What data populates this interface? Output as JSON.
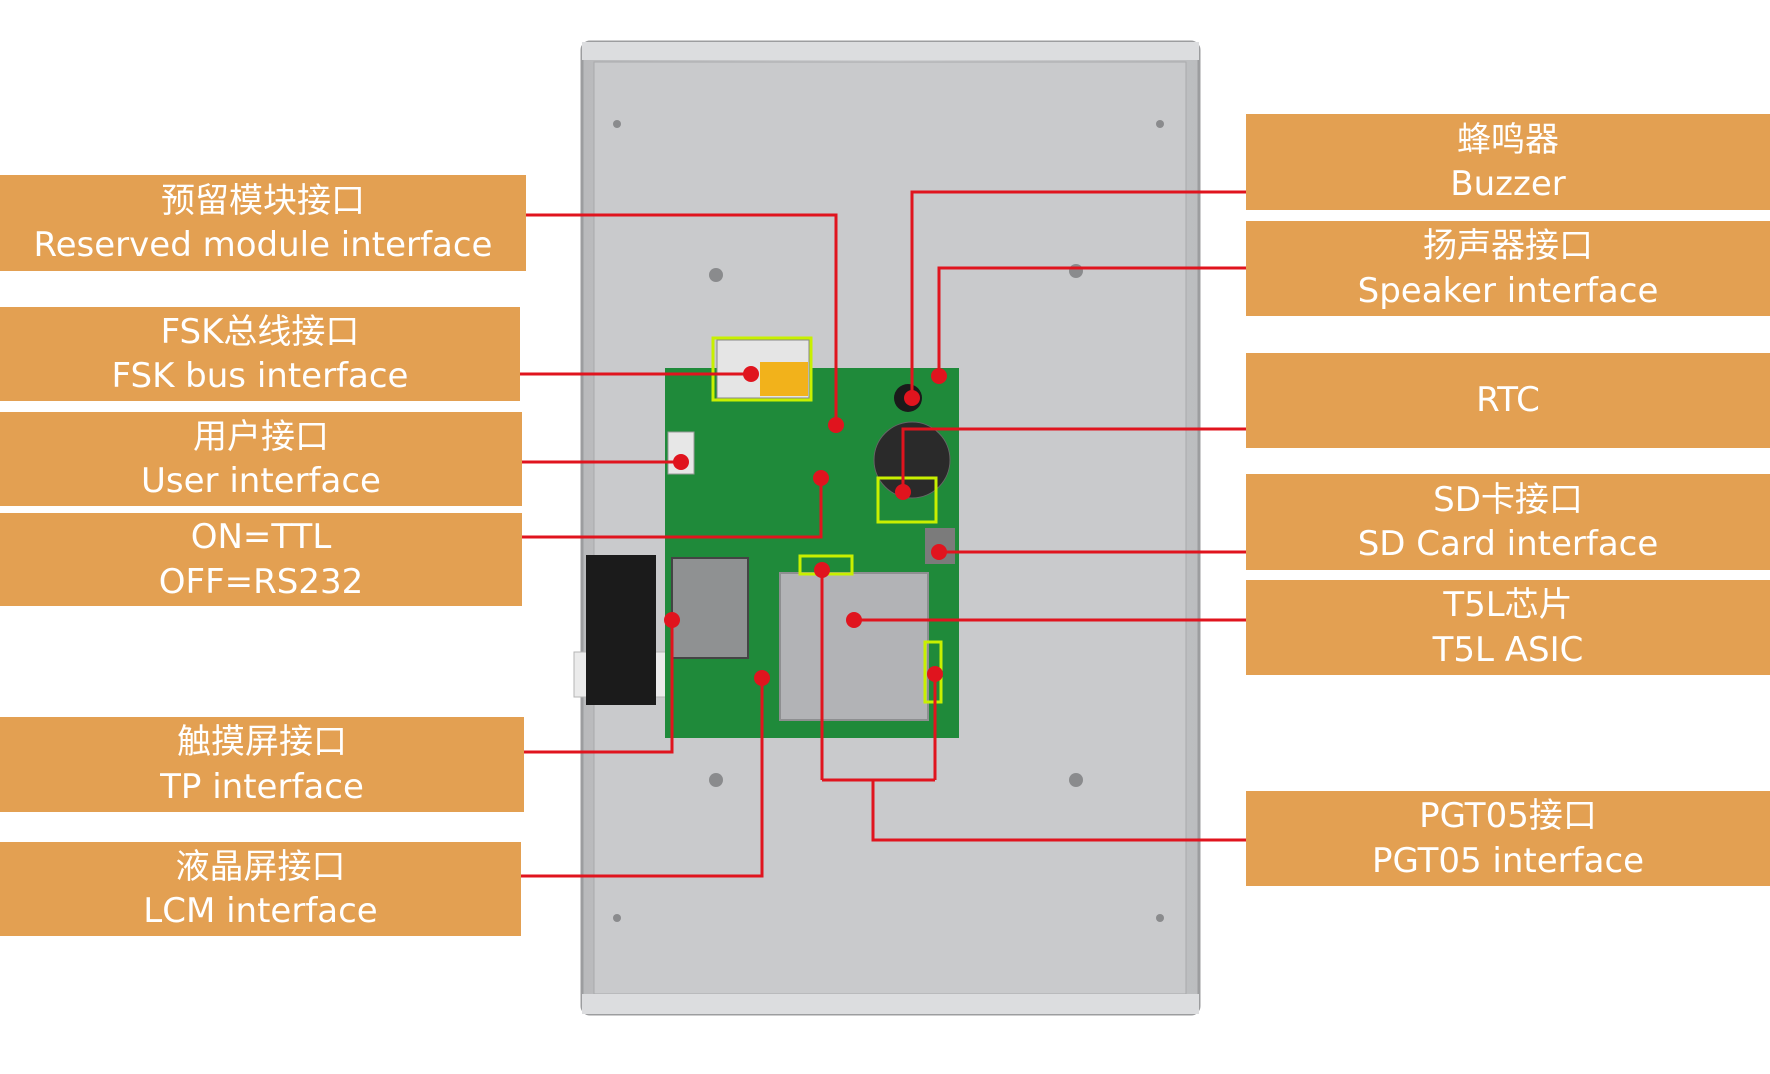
{
  "colors": {
    "label_bg": "#e3a052",
    "label_text": "#ffffff",
    "leader_line": "#e0141e",
    "housing": "#c7c8ca",
    "pcb": "#1f8a3a",
    "highlight": "#c8f000"
  },
  "left_labels": [
    {
      "cn": "预留模块接口",
      "en": "Reserved module interface"
    },
    {
      "cn": "FSK总线接口",
      "en": "FSK bus interface"
    },
    {
      "cn": "用户接口",
      "en": "User interface"
    },
    {
      "cn": "ON=TTL",
      "en": "OFF=RS232"
    },
    {
      "cn": "触摸屏接口",
      "en": "TP interface"
    },
    {
      "cn": "液晶屏接口",
      "en": "LCM interface"
    }
  ],
  "right_labels": [
    {
      "cn": "蜂鸣器",
      "en": "Buzzer"
    },
    {
      "cn": "扬声器接口",
      "en": "Speaker interface"
    },
    {
      "cn": "",
      "en": "RTC"
    },
    {
      "cn": "SD卡接口",
      "en": "SD Card interface"
    },
    {
      "cn": "T5L芯片",
      "en": "T5L ASIC"
    },
    {
      "cn": "PGT05接口",
      "en": "PGT05 interface"
    }
  ]
}
